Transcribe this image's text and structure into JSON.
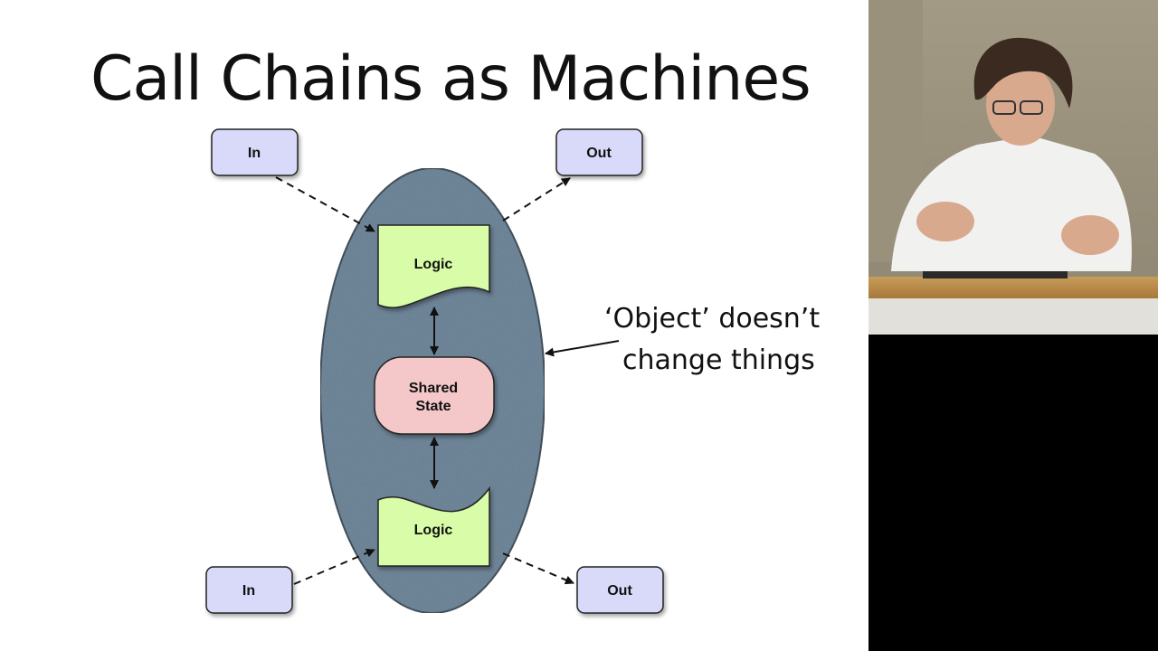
{
  "slide": {
    "title": "Call Chains as Machines"
  },
  "diagram": {
    "nodes": {
      "in_top": "In",
      "out_top": "Out",
      "logic_top": "Logic",
      "shared_state_line1": "Shared",
      "shared_state_line2": "State",
      "logic_bottom": "Logic",
      "in_bottom": "In",
      "out_bottom": "Out"
    },
    "callout_line1": "‘Object’ doesn’t",
    "callout_line2": "change things"
  },
  "colors": {
    "io_box": "#d9dafa",
    "logic_box": "#d8fca8",
    "shared_state": "#f4c8c8",
    "object_ellipse": "#627a8e",
    "slide_background": "#ffffff",
    "video_background": "#000000"
  },
  "speaker_video": {
    "description_icon": "presenter-video-icon"
  }
}
